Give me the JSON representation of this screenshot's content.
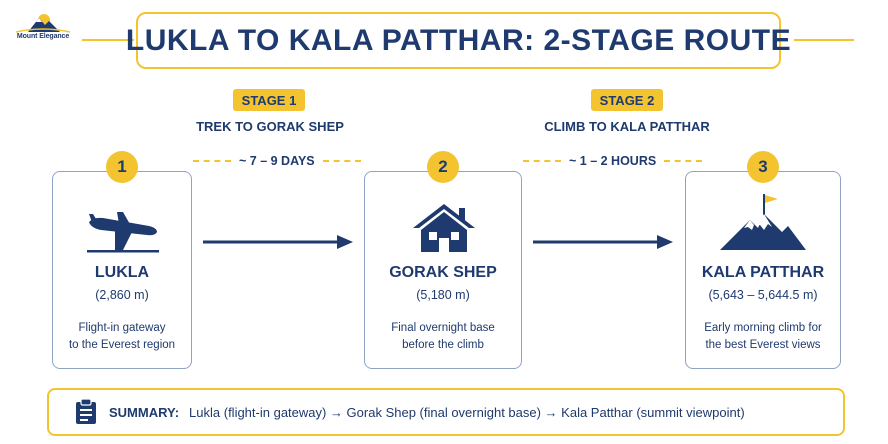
{
  "logo": {
    "text": "Mount Elegance"
  },
  "title": "LUKLA TO KALA PATTHAR: 2-STAGE ROUTE",
  "stages": [
    {
      "badge": "STAGE 1",
      "subtitle": "TREK TO GORAK SHEP",
      "duration": "~ 7 – 9 DAYS"
    },
    {
      "badge": "STAGE 2",
      "subtitle": "CLIMB TO KALA PATTHAR",
      "duration": "~ 1 – 2 HOURS"
    }
  ],
  "points": [
    {
      "number": "1",
      "name": "LUKLA",
      "altitude": "(2,860 m)",
      "desc_line1": "Flight-in gateway",
      "desc_line2": "to the Everest region",
      "icon": "airplane-icon"
    },
    {
      "number": "2",
      "name": "GORAK SHEP",
      "altitude": "(5,180 m)",
      "desc_line1": "Final overnight base",
      "desc_line2": "before the climb",
      "icon": "house-icon"
    },
    {
      "number": "3",
      "name": "KALA PATTHAR",
      "altitude": "(5,643 – 5,644.5 m)",
      "desc_line1": "Early morning climb for",
      "desc_line2": "the best Everest views",
      "icon": "mountain-flag-icon"
    }
  ],
  "summary": {
    "label": "SUMMARY:",
    "text": "Lukla (flight-in gateway) → Gorak Shep (final overnight base) → Kala Patthar (summit viewpoint)",
    "icon": "clipboard-icon"
  },
  "colors": {
    "navy": "#1f3a6e",
    "accent": "#f4c430",
    "border": "#8fa3c4"
  }
}
